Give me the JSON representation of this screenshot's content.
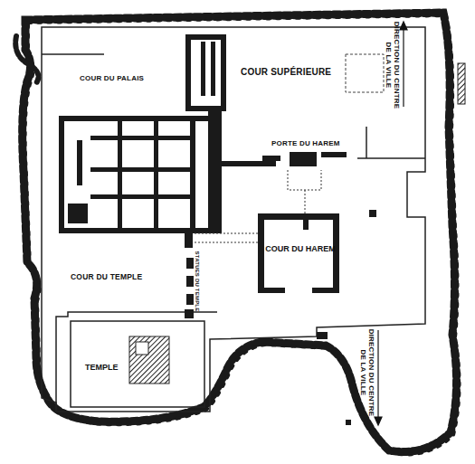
{
  "diagram": {
    "nodes": [
      {
        "text": [
          "COUR DU HAREM"
        ]
      },
      {
        "text": [
          "TEMPLE"
        ]
      }
    ],
    "labels": [
      "COUR DU PALAIS",
      "COUR SUPÉRIEURE",
      "DIRECTION DU CENTRE DE LA VILLE",
      "PORTE DU HAREM",
      "COUR DU TEMPLE",
      "STATUES DU TEMPLE",
      "DIRECTION DU CENTRE DE LA VILLE"
    ]
  }
}
